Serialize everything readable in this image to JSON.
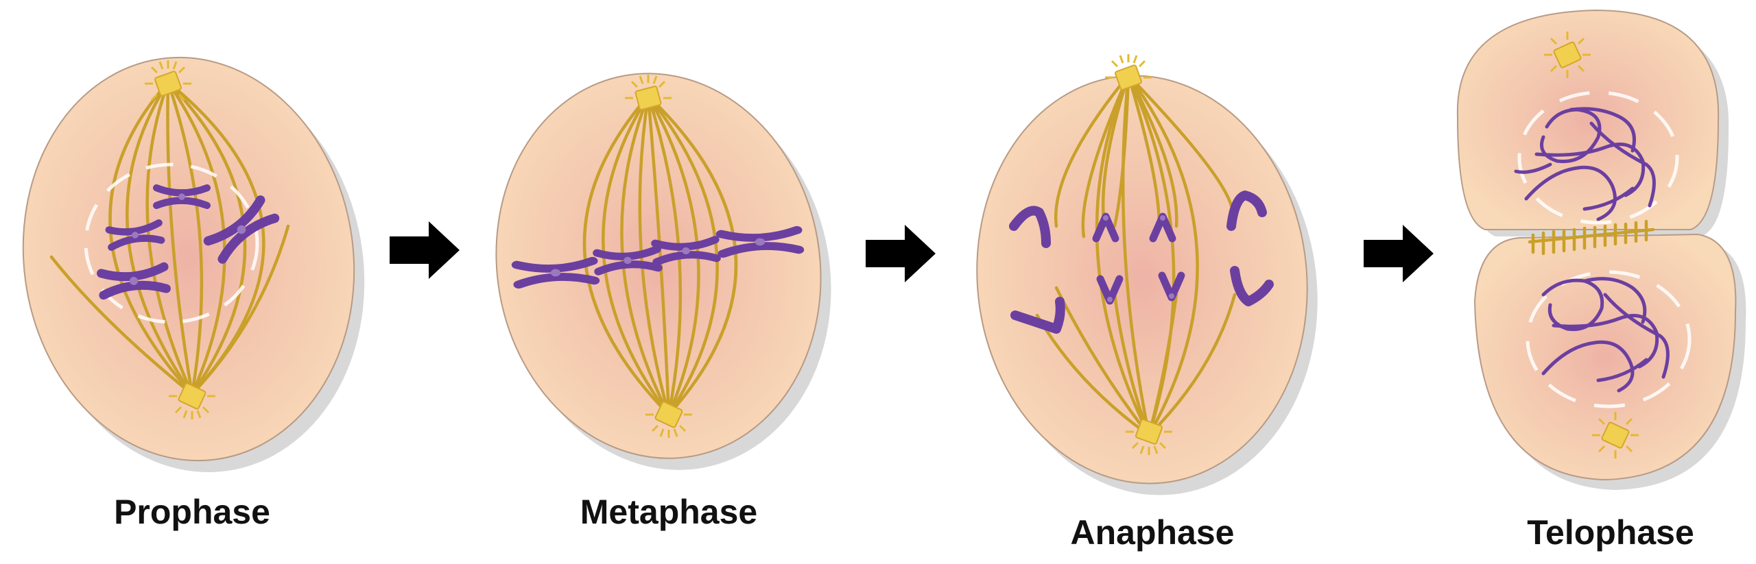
{
  "stages": [
    {
      "label": "Prophase"
    },
    {
      "label": "Metaphase"
    },
    {
      "label": "Anaphase"
    },
    {
      "label": "Telophase"
    }
  ],
  "colors": {
    "cell_fill": "#f6d2b0",
    "cell_center": "#eeb3a6",
    "cell_edge": "#b89a86",
    "shadow": "#c8c8c8",
    "spindle": "#c9a02a",
    "centrosome": "#f2d04f",
    "chromosome": "#6b3fa0",
    "nuclear_envelope": "#ffffff",
    "arrow": "#000000",
    "label": "#111111"
  },
  "icons": [
    "right-arrow-icon",
    "centrosome-icon",
    "chromosome-icon"
  ]
}
